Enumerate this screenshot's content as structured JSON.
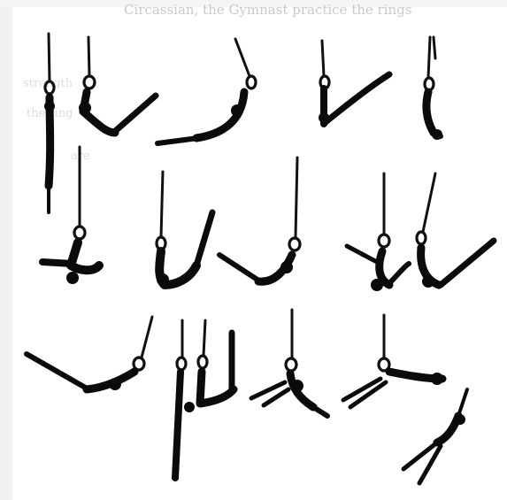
{
  "page": {
    "background_color": "#ffffff",
    "figure_color": "#0b0b0b",
    "bleed_text_color": "#c9c9c9"
  },
  "illustration": {
    "subject": "gymnast-on-still-rings-sequence",
    "rows": [
      {
        "figures": [
          "hang-straight",
          "pike-hang",
          "inverted-hang-swing",
          "support-lean",
          "inverted-pike"
        ]
      },
      {
        "figures": [
          "tuck-lever",
          "swing-down",
          "rear-swing",
          "straddle-swing",
          "front-swing"
        ]
      },
      {
        "figures": [
          "back-swing",
          "hang-pair",
          "straddle-dismount-start",
          "layout-release",
          "dismount-landing"
        ]
      }
    ]
  },
  "bleed_through": {
    "line_1": "Circassian, the Gymnast practice the rings",
    "line_2": "strength",
    "line_3": "the ring",
    "line_4": "are"
  }
}
